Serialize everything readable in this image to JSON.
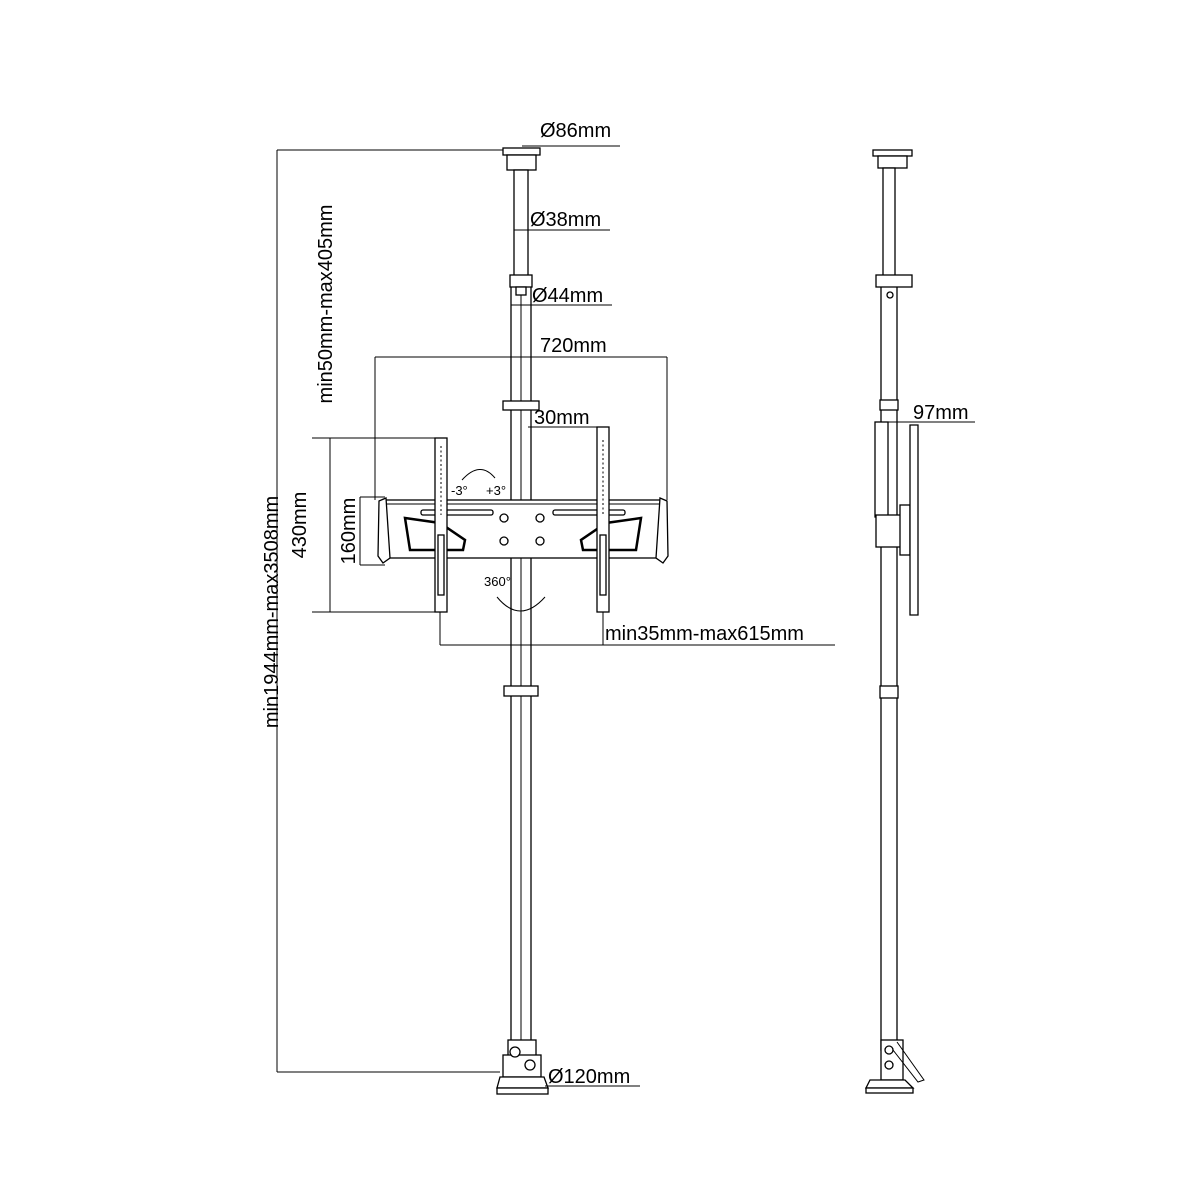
{
  "front_view": {
    "cap_diameter": "Ø86mm",
    "upper_pole_diameter": "Ø38mm",
    "lower_pole_diameter": "Ø44mm",
    "bracket_width": "720mm",
    "rail_offset": "30mm",
    "tilt_minus": "-3°",
    "tilt_plus": "+3°",
    "swivel": "360°",
    "bracket_drop": "min50mm-max405mm",
    "rail_height": "430mm",
    "plate_height": "160mm",
    "total_height": "min1944mm-max3508mm",
    "rail_spacing": "min35mm-max615mm",
    "base_diameter": "Ø120mm"
  },
  "side_view": {
    "depth": "97mm"
  },
  "colors": {
    "line": "#000000",
    "background": "#ffffff"
  }
}
